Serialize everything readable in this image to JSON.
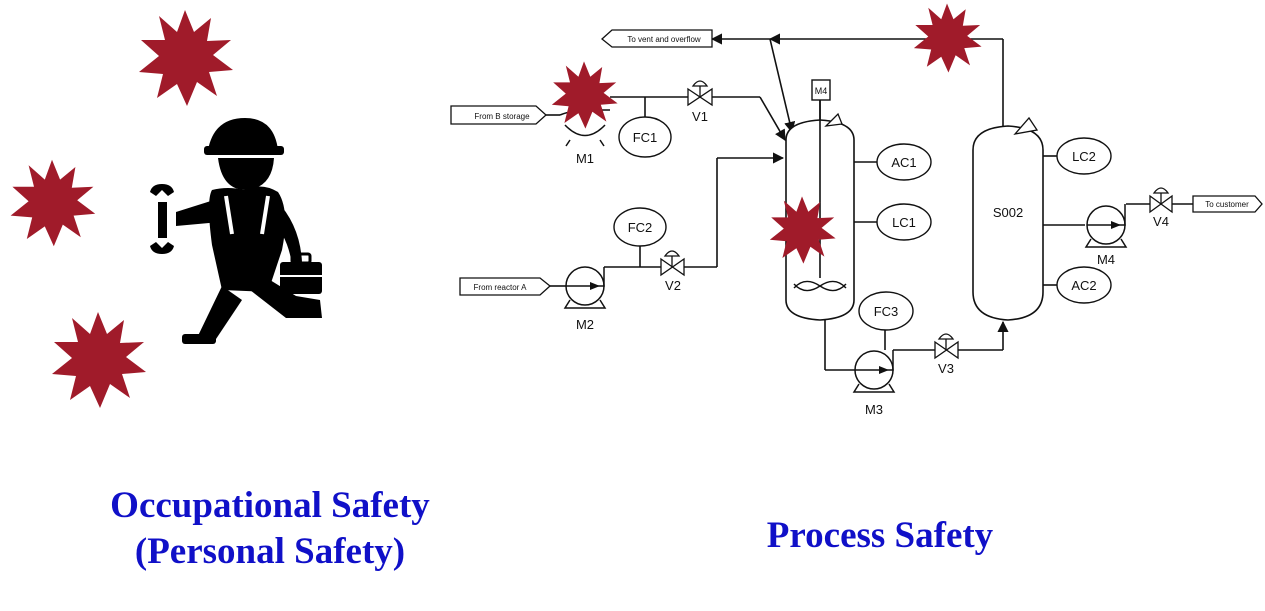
{
  "captions": {
    "occupational_line1": "Occupational Safety",
    "occupational_line2": "(Personal Safety)",
    "process": "Process Safety"
  },
  "flags": {
    "from_b_storage": "From B storage",
    "from_reactor_a": "From  reactor A",
    "to_vent": "To vent and overflow",
    "to_customer": "To customer"
  },
  "instruments": {
    "fc1": "FC1",
    "fc2": "FC2",
    "fc3": "FC3",
    "ac1": "AC1",
    "lc1": "LC1",
    "lc2": "LC2",
    "ac2": "AC2"
  },
  "equipment": {
    "m1": "M1",
    "m2": "M2",
    "m3": "M3",
    "m4_pump": "M4",
    "m4_mixer": "M4",
    "v1": "V1",
    "v2": "V2",
    "v3": "V3",
    "v4": "V4",
    "s002": "S002"
  },
  "colors": {
    "caption": "#1010c8",
    "hazard_burst": "#a01b2a",
    "line": "#111111"
  },
  "icons": [
    "worker-icon",
    "wrench-icon",
    "toolbox-icon",
    "hazard-burst-icon"
  ]
}
